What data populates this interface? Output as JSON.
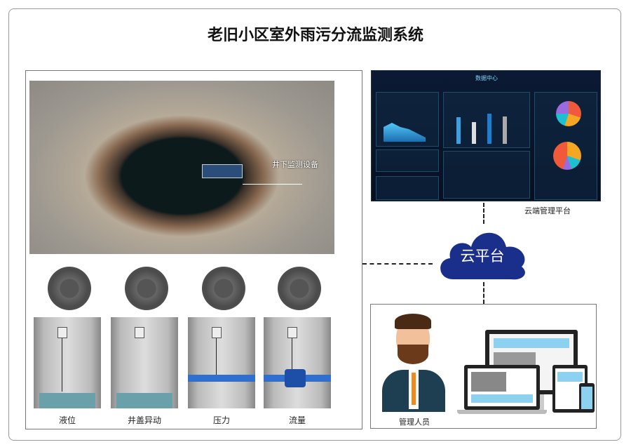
{
  "title": "老旧小区室外雨污分流监测系统",
  "photo": {
    "label": "井下监测设备"
  },
  "wells": [
    {
      "label": "液位"
    },
    {
      "label": "井盖异动"
    },
    {
      "label": "压力"
    },
    {
      "label": "流量"
    }
  ],
  "dashboard": {
    "title": "数据中心",
    "caption": "云端管理平台"
  },
  "cloud": {
    "label": "云平台"
  },
  "users": {
    "label": "管理人员"
  },
  "colors": {
    "cloud": "#1a2e8c",
    "dashboard_bg": "#0b1a33",
    "pipe": "#2f6fd0"
  }
}
